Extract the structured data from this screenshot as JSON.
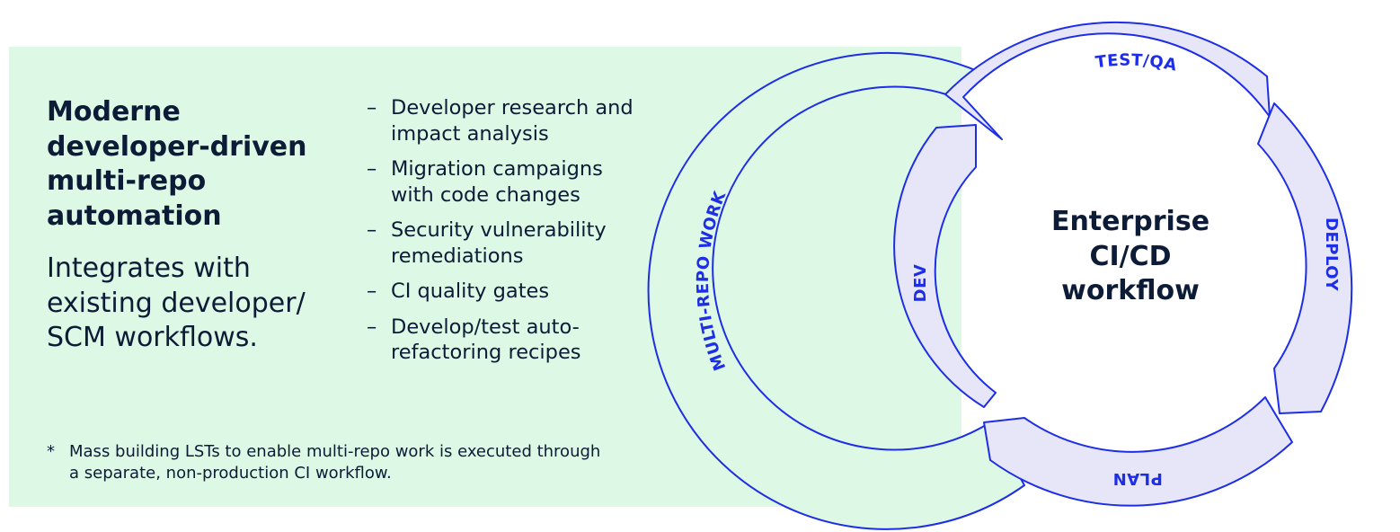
{
  "left": {
    "heading": "Moderne developer-driven multi-repo automation",
    "subheading": "Integrates with existing developer/ SCM workflows.",
    "bullet_marker": "–",
    "bullets": [
      "Developer research and impact analysis",
      "Migration campaigns with code changes",
      "Security vulnerability remediations",
      "CI quality gates",
      "Develop/test auto-refactoring recipes"
    ],
    "footnote_marker": "*",
    "footnote": "Mass building LSTs to enable multi-repo work is executed through a separate, non-production CI workflow."
  },
  "diagram": {
    "outer_arc_label": "MULTI-REPO WORK",
    "center_title": "Enterprise CI/CD workflow",
    "segments": [
      "TEST/QA",
      "DEPLOY",
      "PLAN",
      "DEV"
    ],
    "colors": {
      "outer_arc_fill": "#ddf8e5",
      "segment_fill": "#e6e6f8",
      "stroke": "#1d2ee6",
      "text_dark": "#0c1b36"
    }
  }
}
